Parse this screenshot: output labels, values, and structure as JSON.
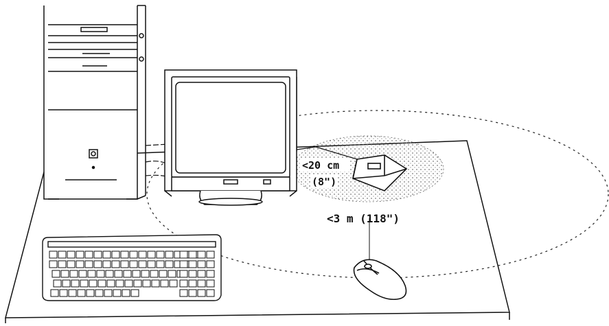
{
  "labels": {
    "near_distance": "<20 cm",
    "near_distance_inch": "(8\")",
    "far_distance": "<3 m (118\")"
  },
  "colors": {
    "ink": "#111111",
    "paper": "#ffffff",
    "stipple": "#888888"
  },
  "icons": {
    "computer": "tower-pc-icon",
    "monitor": "crt-monitor-icon",
    "keyboard": "keyboard-icon",
    "mouse": "wireless-mouse-icon",
    "receiver": "wireless-receiver-icon"
  }
}
